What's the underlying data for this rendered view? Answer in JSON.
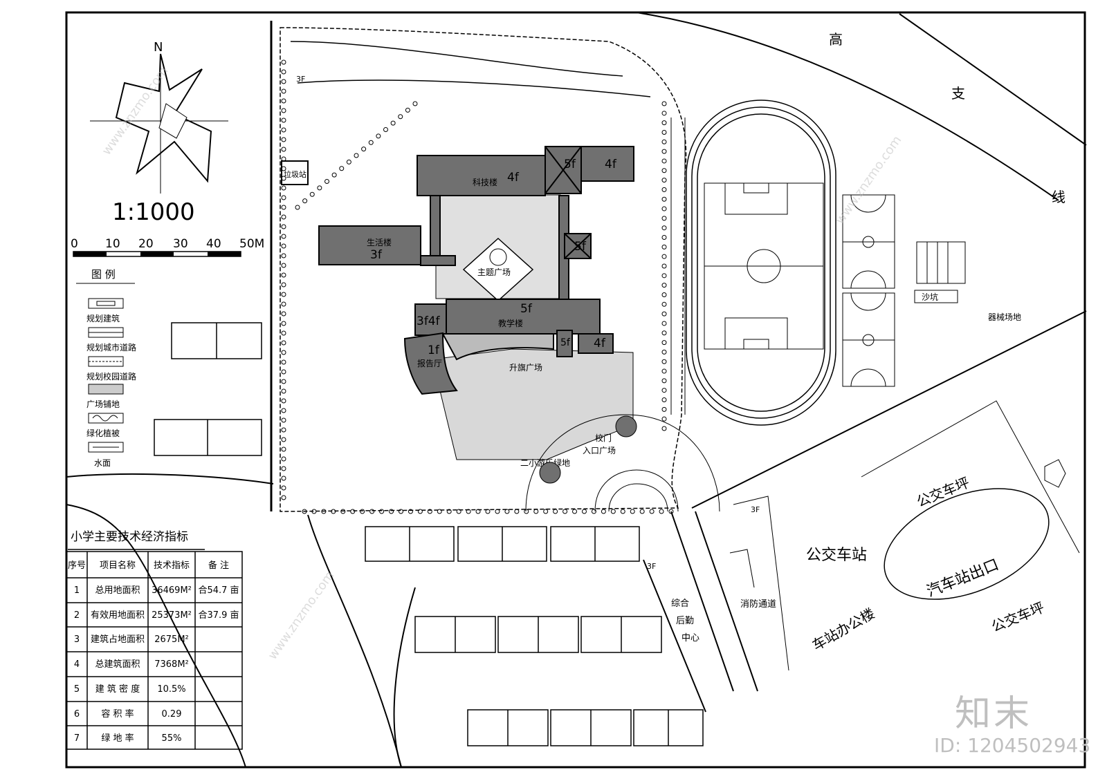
{
  "scale": {
    "label": "1:1000",
    "ticks": [
      "0",
      "10",
      "20",
      "30",
      "40",
      "50M"
    ]
  },
  "north": "N",
  "legend": {
    "title": "图 例",
    "items": [
      "规划建筑",
      "规划城市道路",
      "规划校园道路",
      "广场铺地",
      "绿化植被",
      "水面"
    ]
  },
  "table": {
    "title": "小学主要技术经济指标",
    "headers": [
      "序号",
      "项目名称",
      "技术指标",
      "备 注"
    ],
    "rows": [
      [
        "1",
        "总用地面积",
        "36469M²",
        "合54.7 亩"
      ],
      [
        "2",
        "有效用地面积",
        "25373M²",
        "合37.9 亩"
      ],
      [
        "3",
        "建筑占地面积",
        "2675M²",
        ""
      ],
      [
        "4",
        "总建筑面积",
        "7368M²",
        ""
      ],
      [
        "5",
        "建 筑 密 度",
        "10.5%",
        ""
      ],
      [
        "6",
        "容 积 率",
        "0.29",
        ""
      ],
      [
        "7",
        "绿 地 率",
        "55%",
        ""
      ]
    ]
  },
  "labels": {
    "keji": "科技楼",
    "keji_f": "4f",
    "f5a": "5f",
    "f4a": "4f",
    "shenghuo": "生活楼",
    "shenghuo_f": "3f",
    "f5b": "5f",
    "zhuti": "主题广场",
    "jiaoxue": "教学楼",
    "jiaoxue_f": "5f",
    "f3f4f": "3f4f",
    "baogao": "报告厅",
    "baogao_f": "1f",
    "f5c": "5f",
    "f4c": "4f",
    "shengqi": "升旗广场",
    "xiaomen": "校门",
    "rukou": "入口广场",
    "lvdi": "二小游乐绿地",
    "laji": "垃圾站",
    "f3_left": "3F",
    "shakeng": "沙坑",
    "qixie": "器械场地",
    "road_gao": "高",
    "road_zhi": "支",
    "road_xian": "线",
    "bus_station": "公交车站",
    "bus_exit": "汽车站出口",
    "bus_lot1": "公交车坪",
    "bus_lot2": "公交车坪",
    "office": "车站办公楼",
    "f3_office": "3F",
    "zonghe": "综合",
    "houqin": "后勤",
    "zhongxin": "中心",
    "f3_zonghe": "3F",
    "xiaofang": "消防通道"
  },
  "watermark": {
    "logo": "知末",
    "id": "ID: 1204502943",
    "site": "www.znzmo.com"
  }
}
